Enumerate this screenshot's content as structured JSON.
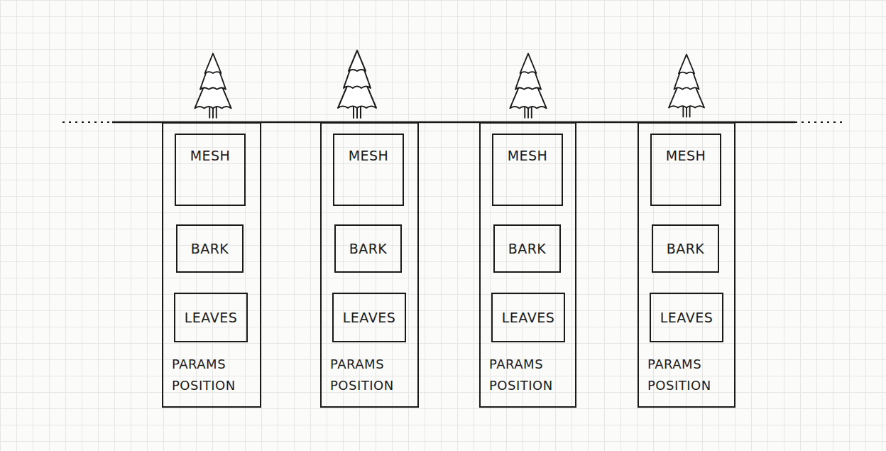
{
  "diagram": {
    "nodes": [
      {
        "text": [
          "PARAMS POSITION"
        ]
      },
      {
        "text": [
          "MESH"
        ],
        "in": 0
      },
      {
        "text": [
          "BARK"
        ],
        "in": 0
      },
      {
        "text": [
          "LEAVES"
        ],
        "in": 0
      },
      {
        "text": [
          "PARAMS POSITION"
        ]
      },
      {
        "text": [
          "MESH"
        ],
        "in": 4
      },
      {
        "text": [
          "BARK"
        ],
        "in": 4
      },
      {
        "text": [
          "LEAVES"
        ],
        "in": 4
      },
      {
        "text": [
          "PARAMS POSITION"
        ]
      },
      {
        "text": [
          "MESH"
        ],
        "in": 8
      },
      {
        "text": [
          "BARK"
        ],
        "in": 8
      },
      {
        "text": [
          "LEAVES"
        ],
        "in": 8
      },
      {
        "text": [
          "PARAMS POSITION"
        ]
      },
      {
        "text": [
          "MESH"
        ],
        "in": 12
      },
      {
        "text": [
          "BARK"
        ],
        "in": 12
      },
      {
        "text": [
          "LEAVES"
        ],
        "in": 12
      }
    ]
  }
}
